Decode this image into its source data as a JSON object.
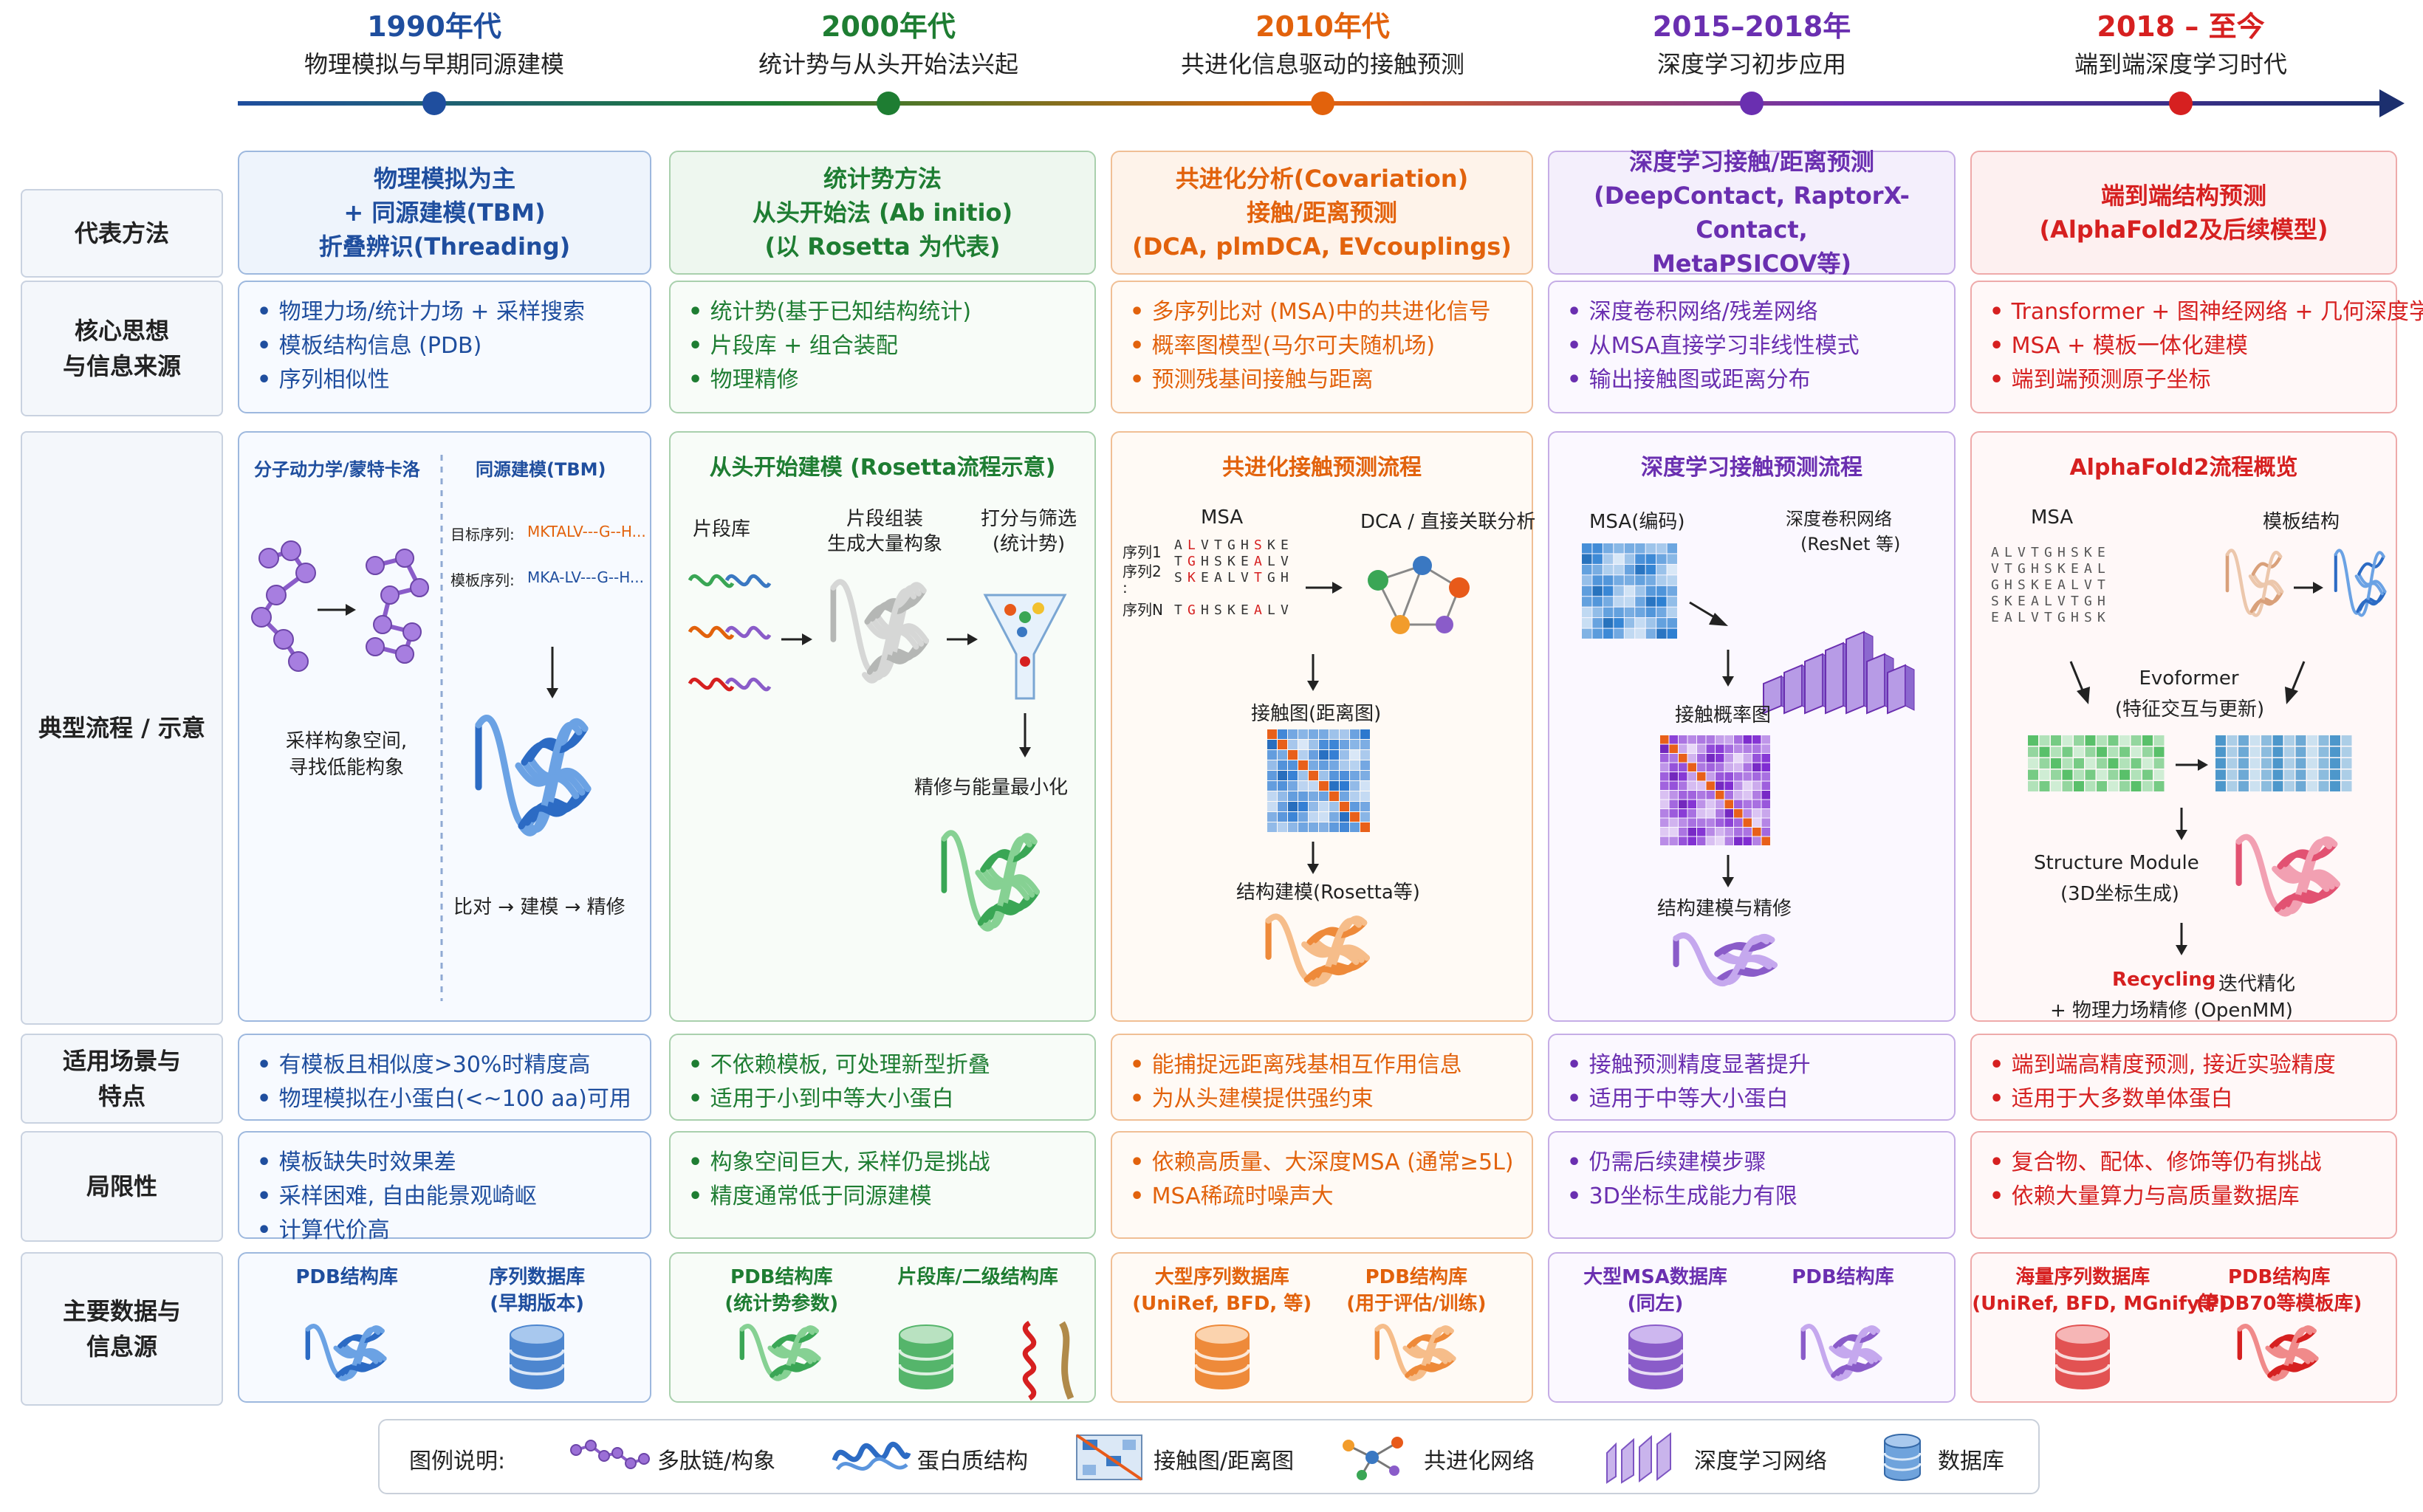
{
  "timeline": [
    {
      "year": "1990年代",
      "subtitle": "物理模拟与早期同源建模",
      "color": "#1f4e9e"
    },
    {
      "year": "2000年代",
      "subtitle": "统计势与从头开始法兴起",
      "color": "#1e7d32"
    },
    {
      "year": "2010年代",
      "subtitle": "共进化信息驱动的接触预测",
      "color": "#e2620c"
    },
    {
      "year": "2015–2018年",
      "subtitle": "深度学习初步应用",
      "color": "#6a2fb0"
    },
    {
      "year": "2018 – 至今",
      "subtitle": "端到端深度学习时代",
      "color": "#d62020"
    }
  ],
  "rows": {
    "methods": "代表方法",
    "core": "核心思想\n与信息来源",
    "flow": "典型流程 / 示意",
    "scenario": "适用场景与\n特点",
    "limits": "局限性",
    "data": "主要数据与\n信息源"
  },
  "columns": [
    {
      "methods": [
        "物理模拟为主",
        "+ 同源建模(TBM)",
        "折叠辨识(Threading)"
      ],
      "core": [
        "物理力场/统计力场 + 采样搜索",
        "模板结构信息 (PDB)",
        "序列相似性"
      ],
      "flow": {
        "left_title": "分子动力学/蒙特卡洛",
        "right_title": "同源建模(TBM)",
        "target_label": "目标序列:",
        "target_seq": "MKTALV---G--H...",
        "template_label": "模板序列:",
        "template_seq": "MKA-LV---G--H...",
        "caption1": "采样构象空间,",
        "caption2": "寻找低能构象",
        "pipeline": "比对 → 建模 → 精修"
      },
      "scenario": [
        "有模板且相似度>30%时精度高",
        "物理模拟在小蛋白(<~100 aa)可用"
      ],
      "limits": [
        "模板缺失时效果差",
        "采样困难, 自由能景观崎岖",
        "计算代价高"
      ],
      "data": [
        {
          "label": "PDB结构库",
          "sub": ""
        },
        {
          "label": "序列数据库",
          "sub": "(早期版本)"
        }
      ]
    },
    {
      "methods": [
        "统计势方法",
        "从头开始法 (Ab initio)",
        "(以 Rosetta 为代表)"
      ],
      "core": [
        "统计势(基于已知结构统计)",
        "片段库 + 组合装配",
        "物理精修"
      ],
      "flow": {
        "title": "从头开始建模 (Rosetta流程示意)",
        "frag": "片段库",
        "assembly1": "片段组装",
        "assembly2": "生成大量构象",
        "score1": "打分与筛选",
        "score2": "(统计势)",
        "refine": "精修与能量最小化"
      },
      "scenario": [
        "不依赖模板, 可处理新型折叠",
        "适用于小到中等大小蛋白"
      ],
      "limits": [
        "构象空间巨大, 采样仍是挑战",
        "精度通常低于同源建模"
      ],
      "data": [
        {
          "label": "PDB结构库",
          "sub": "(统计势参数)"
        },
        {
          "label": "片段库/二级结构库",
          "sub": ""
        }
      ]
    },
    {
      "methods": [
        "共进化分析(Covariation)",
        "接触/距离预测",
        "(DCA, plmDCA, EVcouplings)"
      ],
      "core": [
        "多序列比对 (MSA)中的共进化信号",
        "概率图模型(马尔可夫随机场)",
        "预测残基间接触与距离"
      ],
      "flow": {
        "title": "共进化接触预测流程",
        "msa": "MSA",
        "dca": "DCA / 直接关联分析",
        "seq_labels": [
          "序列1",
          "序列2",
          ":",
          "序列N"
        ],
        "contact": "接触图(距离图)",
        "build": "结构建模(Rosetta等)"
      },
      "scenario": [
        "能捕捉远距离残基相互作用信息",
        "为从头建模提供强约束"
      ],
      "limits": [
        "依赖高质量、大深度MSA (通常≥5L)",
        "MSA稀疏时噪声大"
      ],
      "data": [
        {
          "label": "大型序列数据库",
          "sub": "(UniRef, BFD, 等)"
        },
        {
          "label": "PDB结构库",
          "sub": "(用于评估/训练)"
        }
      ]
    },
    {
      "methods": [
        "深度学习接触/距离预测",
        "(DeepContact, RaptorX-Contact,",
        "MetaPSICOV等)"
      ],
      "core": [
        "深度卷积网络/残差网络",
        "从MSA直接学习非线性模式",
        "输出接触图或距离分布"
      ],
      "flow": {
        "title": "深度学习接触预测流程",
        "msa": "MSA(编码)",
        "net1": "深度卷积网络",
        "net2": "(ResNet 等)",
        "prob": "接触概率图",
        "build": "结构建模与精修"
      },
      "scenario": [
        "接触预测精度显著提升",
        "适用于中等大小蛋白"
      ],
      "limits": [
        "仍需后续建模步骤",
        "3D坐标生成能力有限"
      ],
      "data": [
        {
          "label": "大型MSA数据库",
          "sub": "(同左)"
        },
        {
          "label": "PDB结构库",
          "sub": ""
        }
      ]
    },
    {
      "methods": [
        "端到端结构预测",
        "(AlphaFold2及后续模型)"
      ],
      "core": [
        "Transformer + 图神经网络 + 几何深度学习",
        "MSA + 模板一体化建模",
        "端到端预测原子坐标"
      ],
      "flow": {
        "title": "AlphaFold2流程概览",
        "msa": "MSA",
        "template": "模板结构",
        "evo1": "Evoformer",
        "evo2": "(特征交互与更新)",
        "sm1": "Structure Module",
        "sm2": "(3D坐标生成)",
        "rec_a": "Recycling",
        "rec_b": "迭代精化",
        "rec_c": "+ 物理力场精修 (OpenMM)"
      },
      "scenario": [
        "端到端高精度预测, 接近实验精度",
        "适用于大多数单体蛋白"
      ],
      "limits": [
        "复合物、配体、修饰等仍有挑战",
        "依赖大量算力与高质量数据库"
      ],
      "data": [
        {
          "label": "海量序列数据库",
          "sub": "(UniRef, BFD, MGnify等)"
        },
        {
          "label": "PDB结构库",
          "sub": "(PDB70等模板库)"
        }
      ]
    }
  ],
  "legend": {
    "title": "图例说明:",
    "items": [
      "多肽链/构象",
      "蛋白质结构",
      "接触图/距离图",
      "共进化网络",
      "深度学习网络",
      "数据库"
    ]
  }
}
